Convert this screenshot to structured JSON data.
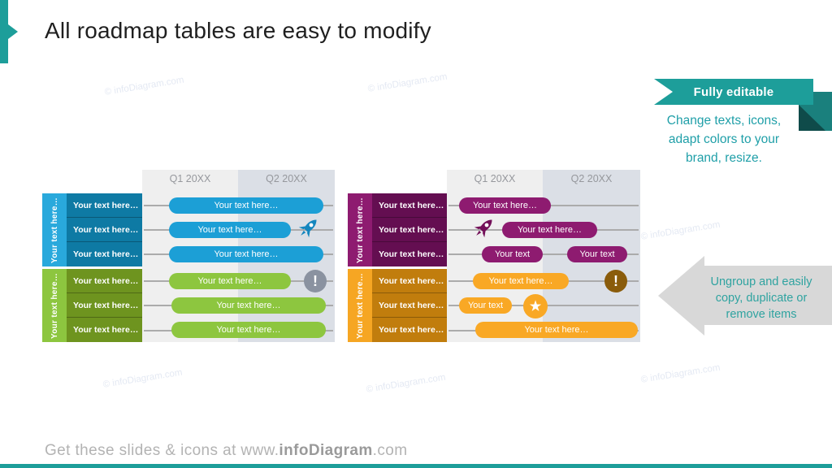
{
  "slide": {
    "title": "All roadmap tables are easy to modify",
    "watermark": "© infoDiagram.com",
    "footer": {
      "prefix": "Get these slides & icons at www.",
      "brand": "infoDiagram",
      "suffix": ".com"
    }
  },
  "ribbon": {
    "label": "Fully editable",
    "lines": [
      "Change texts, icons,",
      "adapt colors to your",
      "brand, resize."
    ]
  },
  "arrow_note": {
    "lines": [
      "Ungroup and easily",
      "copy, duplicate or",
      "remove items"
    ]
  },
  "badges": {
    "exclamation": "!",
    "star": "★"
  },
  "colors": {
    "accent_teal": "#1D9E9A",
    "blue_strip": "#29A9DC",
    "blue_row": "#0E7AA4",
    "blue_pill": "#1C9FD6",
    "green_strip": "#8DC63F",
    "green_row": "#6E941F",
    "green_pill": "#8DC63F",
    "purple_strip": "#8E1B70",
    "purple_row": "#640E51",
    "purple_pill": "#8E1B70",
    "orange_strip": "#F6A623",
    "orange_row": "#C17D0D",
    "orange_pill": "#F9A825",
    "gray_badge": "#8A92A0",
    "brown_badge": "#8A5C0B",
    "q1_column_bg": "#EFEFEF",
    "q2_column_bg": "#DBDFE6"
  },
  "tables": [
    {
      "headers": [
        "Q1 20XX",
        "Q2 20XX"
      ],
      "groups": [
        {
          "group_label": "Your text here…",
          "row_labels": [
            "Your text here…",
            "Your text here…",
            "Your text here…"
          ],
          "pills": [
            "Your text here…",
            "Your text here…",
            "Your text here…"
          ]
        },
        {
          "group_label": "Your text here…",
          "row_labels": [
            "Your text here…",
            "Your text here…",
            "Your text here…"
          ],
          "pills": [
            "Your text here…",
            "Your text here…",
            "Your text here…"
          ]
        }
      ]
    },
    {
      "headers": [
        "Q1 20XX",
        "Q2 20XX"
      ],
      "groups": [
        {
          "group_label": "Your text here…",
          "row_labels": [
            "Your text here…",
            "Your text here…",
            "Your text here…"
          ],
          "pills": [
            "Your text here…",
            "Your text here…",
            "Your text",
            "Your text"
          ]
        },
        {
          "group_label": "Your text here…",
          "row_labels": [
            "Your text here…",
            "Your text here…",
            "Your text here…"
          ],
          "pills": [
            "Your text here…",
            "Your text",
            "Your text here…"
          ]
        }
      ]
    }
  ]
}
